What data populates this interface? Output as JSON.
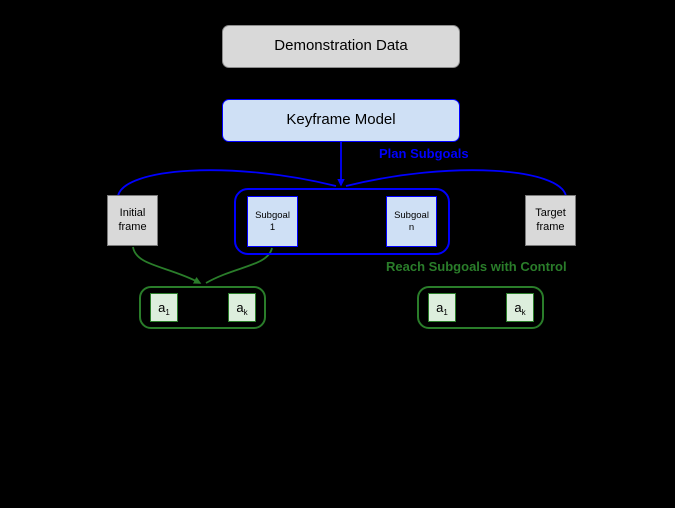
{
  "diagram": {
    "background_color": "#000000",
    "nodes": {
      "demonstration_data": {
        "label": "Demonstration Data",
        "fill": "#d9d9d9",
        "stroke": "#8c8c8c"
      },
      "keyframe_model": {
        "label": "Keyframe Model",
        "fill": "#cfe0f5",
        "stroke": "#0000ff"
      },
      "initial_frame": {
        "line1": "Initial",
        "line2": "frame",
        "fill": "#d9d9d9",
        "stroke": "#7a7a7a"
      },
      "target_frame": {
        "line1": "Target",
        "line2": "frame",
        "fill": "#d9d9d9",
        "stroke": "#7a7a7a"
      },
      "subgoal_1": {
        "line1": "Subgoal",
        "line2": "1",
        "fill": "#cfe0f5",
        "stroke": "#0000ff"
      },
      "subgoal_n": {
        "line1": "Subgoal",
        "line2": "n",
        "fill": "#cfe0f5",
        "stroke": "#0000ff"
      }
    },
    "action_boxes": {
      "left": [
        {
          "symbol": "a",
          "subscript": "1"
        },
        {
          "symbol": "a",
          "subscript": "k"
        }
      ],
      "right": [
        {
          "symbol": "a",
          "subscript": "1"
        },
        {
          "symbol": "a",
          "subscript": "k"
        }
      ],
      "fill": "#ddeedd",
      "stroke": "#2a7d2a"
    },
    "edge_labels": {
      "plan_subgoals": {
        "text": "Plan Subgoals",
        "color": "#0000ff"
      },
      "reach_subgoals": {
        "text": "Reach Subgoals with Control",
        "color": "#2a7d2a"
      }
    },
    "colors": {
      "blue": "#0000ff",
      "green": "#2a7d2a",
      "gray_fill": "#d9d9d9",
      "blue_fill": "#cfe0f5",
      "green_fill": "#ddeedd"
    }
  }
}
